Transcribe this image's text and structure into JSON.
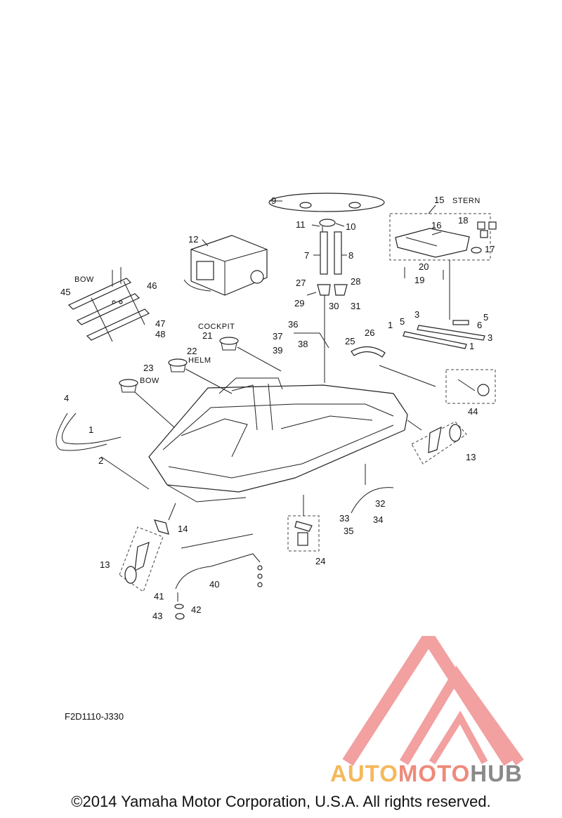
{
  "diagram": {
    "section_labels": {
      "bow_left": "BOW",
      "stern": "STERN",
      "cockpit": "COCKPIT",
      "helm": "HELM",
      "bow_cup": "BOW"
    },
    "part_numbers": [
      "1",
      "2",
      "3",
      "4",
      "5",
      "6",
      "7",
      "8",
      "9",
      "10",
      "11",
      "12",
      "13",
      "14",
      "15",
      "16",
      "17",
      "18",
      "19",
      "20",
      "21",
      "22",
      "23",
      "24",
      "25",
      "26",
      "27",
      "28",
      "29",
      "30",
      "31",
      "32",
      "33",
      "34",
      "35",
      "36",
      "37",
      "38",
      "39",
      "40",
      "41",
      "42",
      "43",
      "44",
      "45",
      "46",
      "47",
      "48"
    ],
    "drawing_code": "F2D1110-J330",
    "copyright": "©2014 Yamaha Motor Corporation, U.S.A. All rights reserved."
  },
  "watermark": {
    "part1": "AUTO",
    "part2": "MOTO",
    "part3": "HUB",
    "colors": {
      "auto": "#f5b85a",
      "moto": "#ee8a7a",
      "hub": "#8a8a8a",
      "logo": "#f2a0a0"
    }
  }
}
